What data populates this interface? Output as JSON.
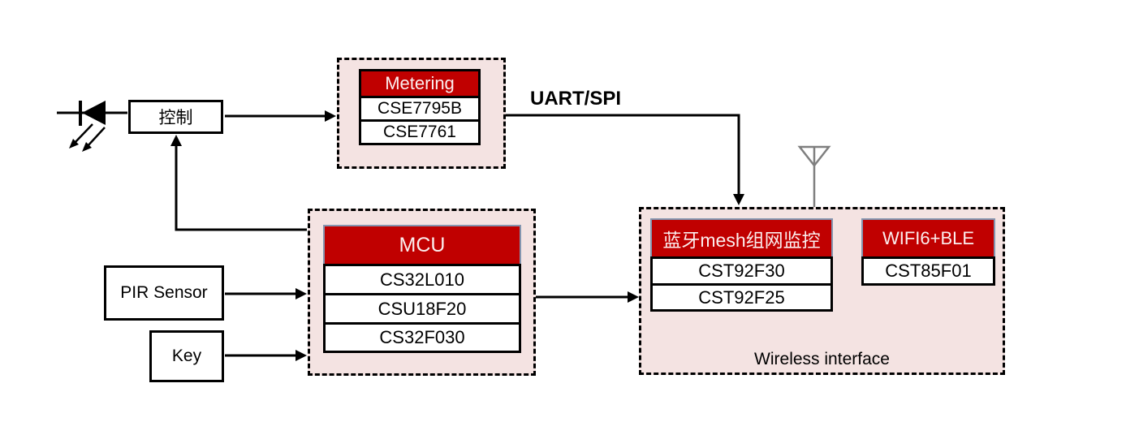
{
  "colors": {
    "header_red": "#C00000",
    "block_bg_pink": "#F4E3E2",
    "header_border_blue": "#8496B0",
    "line_black": "#000000",
    "antenna_gray": "#7F7F7F"
  },
  "icons": {
    "led": "led-diode-icon",
    "antenna": "antenna-icon"
  },
  "boxes": {
    "control": {
      "label": "控制"
    },
    "pir": {
      "label": "PIR Sensor"
    },
    "key": {
      "label": "Key"
    }
  },
  "labels": {
    "uart_spi": "UART/SPI",
    "wireless_caption": "Wireless interface"
  },
  "metering": {
    "header": "Metering",
    "chips": [
      "CSE7795B",
      "CSE7761"
    ]
  },
  "mcu": {
    "header": "MCU",
    "chips": [
      "CS32L010",
      "CSU18F20",
      "CS32F030"
    ]
  },
  "wireless": {
    "bt": {
      "header": "蓝牙mesh组网监控",
      "chips": [
        "CST92F30",
        "CST92F25"
      ]
    },
    "wifi": {
      "header": "WIFI6+BLE",
      "chips": [
        "CST85F01"
      ]
    }
  }
}
